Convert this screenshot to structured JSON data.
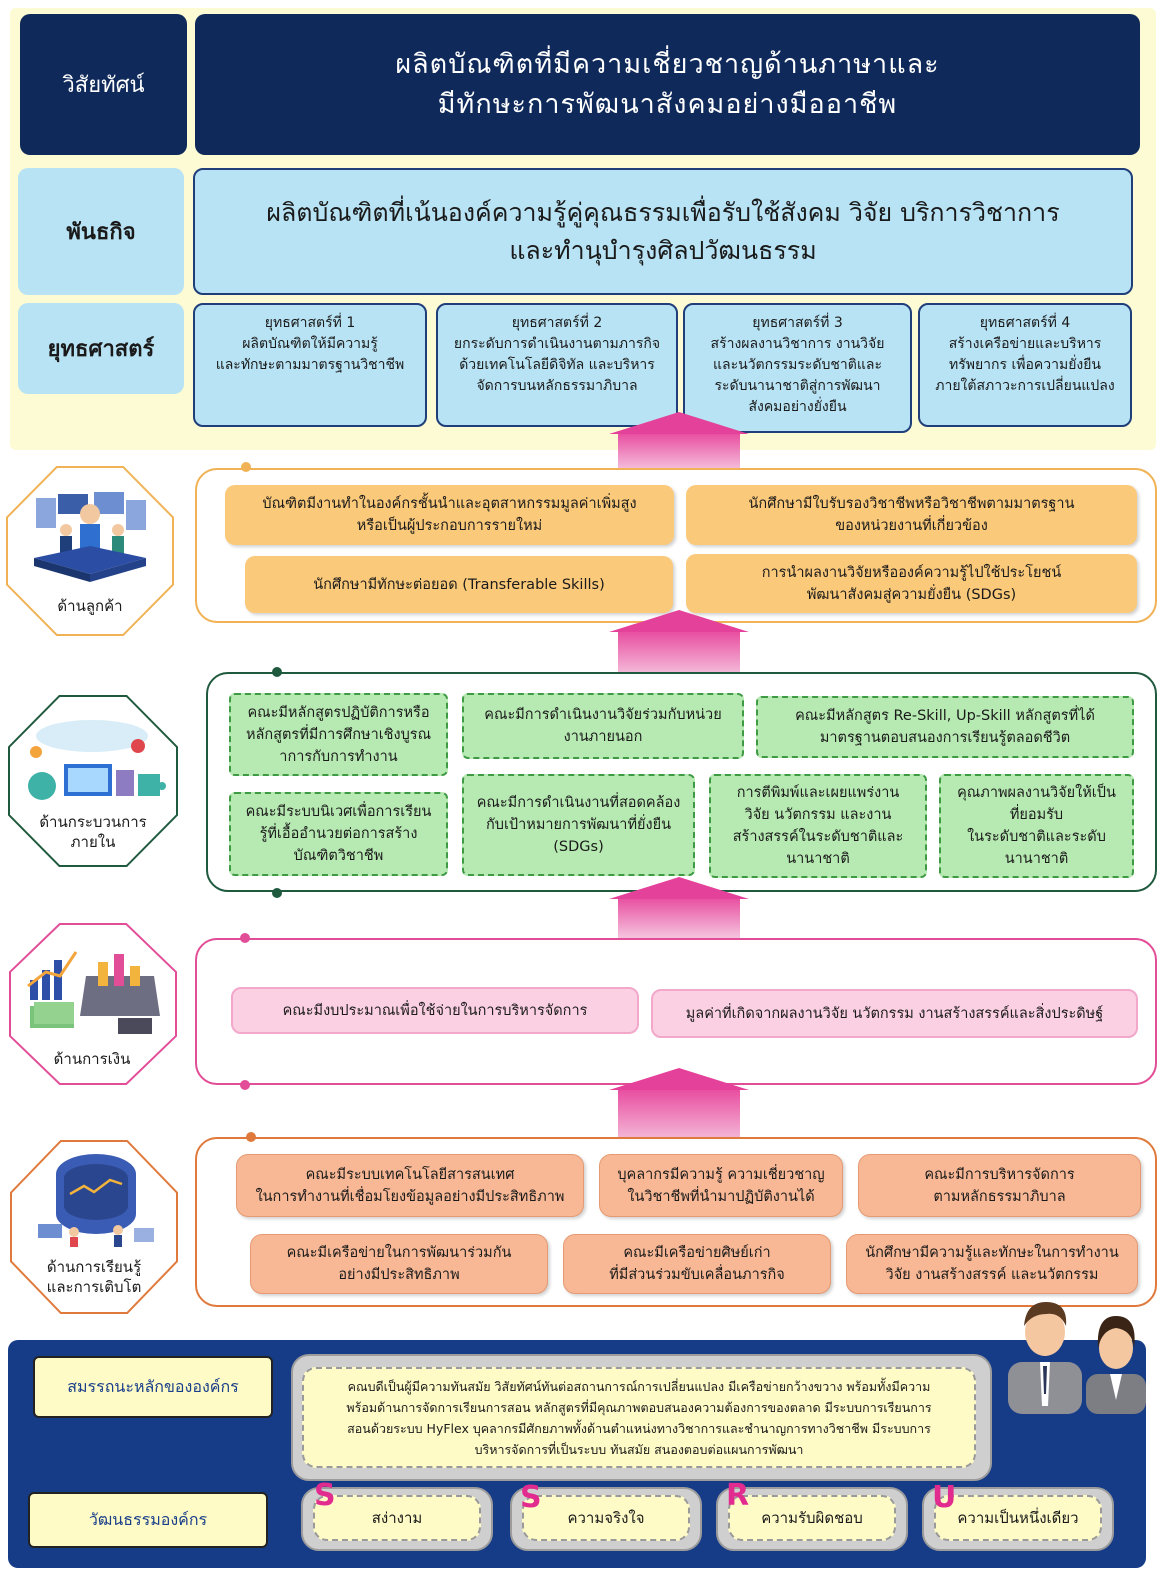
{
  "vision": {
    "label": "วิสัยทัศน์",
    "text": "ผลิตบัณฑิตที่มีความเชี่ยวชาญด้านภาษาและ\nมีทักษะการพัฒนาสังคมอย่างมืออาชีพ"
  },
  "mission": {
    "label": "พันธกิจ",
    "text": "ผลิตบัณฑิตที่เน้นองค์ความรู้คู่คุณธรรมเพื่อรับใช้สังคม วิจัย บริการวิชาการ\nและทำนุบำรุงศิลปวัฒนธรรม"
  },
  "strategy": {
    "label": "ยุทธศาสตร์",
    "items": [
      "ยุทธศาสตร์ที่ 1\nผลิตบัณฑิตให้มีความรู้\nและทักษะตามมาตรฐานวิชาชีพ",
      "ยุทธศาสตร์ที่ 2\nยกระดับการดำเนินงานตามภารกิจ\nด้วยเทคโนโลยีดิจิทัล และบริหาร\nจัดการบนหลักธรรมาภิบาล",
      "ยุทธศาสตร์ที่ 3\nสร้างผลงานวิชาการ งานวิจัย\nและนวัตกรรมระดับชาติและ\nระดับนานาชาติสู่การพัฒนา\nสังคมอย่างยั่งยืน",
      "ยุทธศาสตร์ที่ 4\nสร้างเครือข่ายและบริหาร\nทรัพยากร เพื่อความยั่งยืน\nภายใต้สภาวะการเปลี่ยนแปลง"
    ]
  },
  "customer": {
    "label": "ด้านลูกค้า",
    "items": [
      "บัณฑิตมีงานทำในองค์กรชั้นนำและอุตสาหกรรมมูลค่าเพิ่มสูง\nหรือเป็นผู้ประกอบการรายใหม่",
      "นักศึกษามีใบรับรองวิชาชีพหรือวิชาชีพตามมาตรฐาน\nของหน่วยงานที่เกี่ยวข้อง",
      "นักศึกษามีทักษะต่อยอด (Transferable Skills)",
      "การนำผลงานวิจัยหรือองค์ความรู้ไปใช้ประโยชน์\nพัฒนาสังคมสู่ความยั่งยืน (SDGs)"
    ]
  },
  "process": {
    "label": "ด้านกระบวนการ\nภายใน",
    "items": [
      "คณะมีหลักสูตรปฏิบัติการหรือ\nหลักสูตรที่มีการศึกษาเชิงบูรณ\nาการกับการทำงาน",
      "คณะมีการดำเนินงานวิจัยร่วมกับหน่วย\nงานภายนอก",
      "คณะมีหลักสูตร Re-Skill, Up-Skill หลักสูตรที่ได้\nมาตรฐานตอบสนองการเรียนรู้ตลอดชีวิต",
      "คณะมีระบบนิเวศเพื่อการเรียน\nรู้ที่เอื้ออำนวยต่อการสร้าง\nบัณฑิตวิชาชีพ",
      "คณะมีการดำเนินงานที่สอดคล้อง\nกับเป้าหมายการพัฒนาที่ยั่งยืน\n(SDGs)",
      "การตีพิมพ์และเผยแพร่งาน\nวิจัย นวัตกรรม และงาน\nสร้างสรรค์ในระดับชาติและ\nนานาชาติ",
      "คุณภาพผลงานวิจัยให้เป็น\nที่ยอมรับ\nในระดับชาติและระดับ\nนานาชาติ"
    ]
  },
  "finance": {
    "label": "ด้านการเงิน",
    "items": [
      "คณะมีงบประมาณเพื่อใช้จ่ายในการบริหารจัดการ",
      "มูลค่าที่เกิดจากผลงานวิจัย นวัตกรรม งานสร้างสรรค์และสิ่งประดิษฐ์"
    ]
  },
  "learning": {
    "label": "ด้านการเรียนรู้\nและการเติบโต",
    "items": [
      "คณะมีระบบเทคโนโลยีสารสนเทศ\nในการทำงานที่เชื่อมโยงข้อมูลอย่างมีประสิทธิภาพ",
      "บุคลากรมีความรู้ ความเชี่ยวชาญ\nในวิชาชีพที่นำมาปฏิบัติงานได้",
      "คณะมีการบริหารจัดการ\nตามหลักธรรมาภิบาล",
      "คณะมีเครือข่ายในการพัฒนาร่วมกัน\nอย่างมีประสิทธิภาพ",
      "คณะมีเครือข่ายศิษย์เก่า\nที่มีส่วนร่วมขับเคลื่อนภารกิจ",
      "นักศึกษามีความรู้และทักษะในการทำงาน\nวิจัย งานสร้างสรรค์ และนวัตกรรม"
    ]
  },
  "competency": {
    "label": "สมรรถนะหลักขององค์กร",
    "text": "คณบดีเป็นผู้มีความทันสมัย วิสัยทัศน์ทันต่อสถานการณ์การเปลี่ยนแปลง มีเครือข่ายกว้างขวาง พร้อมทั้งมีความ\nพร้อมด้านการจัดการเรียนการสอน หลักสูตรที่มีคุณภาพตอบสนองความต้องการของตลาด มีระบบการเรียนการ\nสอนด้วยระบบ HyFlex บุคลากรมีศักยภาพทั้งด้านตำแหน่งทางวิชาการและชำนาญการทางวิชาชีพ มีระบบการ\nบริหารจัดการที่เป็นระบบ ทันสมัย สนองตอบต่อแผนการพัฒนา"
  },
  "culture": {
    "label": "วัฒนธรรมองค์กร",
    "values": [
      {
        "letter": "S",
        "text": "สง่างาม"
      },
      {
        "letter": "S",
        "text": "ความจริงใจ"
      },
      {
        "letter": "R",
        "text": "ความรับผิดชอบ"
      },
      {
        "letter": "U",
        "text": "ความเป็นหนึ่งเดียว"
      }
    ]
  },
  "colors": {
    "navy": "#0f2a5a",
    "light_blue": "#b8e3f4",
    "orange": "#fbc97a",
    "green": "#b7eab2",
    "pink": "#fbd0e3",
    "salmon": "#f8b895",
    "arrow_pink": "#e4419a",
    "bottom_blue": "#163c88"
  },
  "icons": [
    "customer-illustration-icon",
    "process-illustration-icon",
    "finance-illustration-icon",
    "learning-illustration-icon",
    "business-people-icon"
  ]
}
